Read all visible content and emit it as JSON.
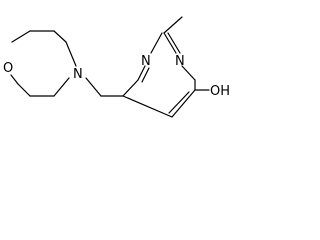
{
  "molecule": {
    "atoms": {
      "morpholine_oxygen": "O",
      "morpholine_nitrogen": "N",
      "ring_nitrogen_left": "N",
      "ring_nitrogen_right": "N",
      "hydroxyl": "OH"
    }
  }
}
